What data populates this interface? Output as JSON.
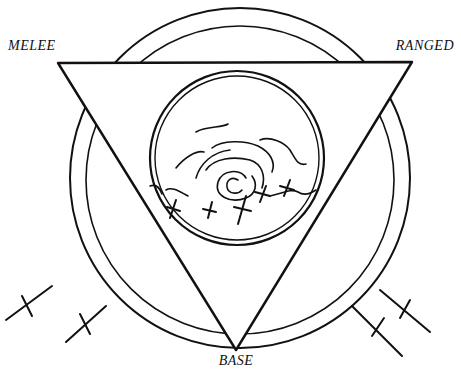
{
  "diagram": {
    "labels": [
      "MELEE",
      "RANGED",
      "BASE"
    ]
  }
}
